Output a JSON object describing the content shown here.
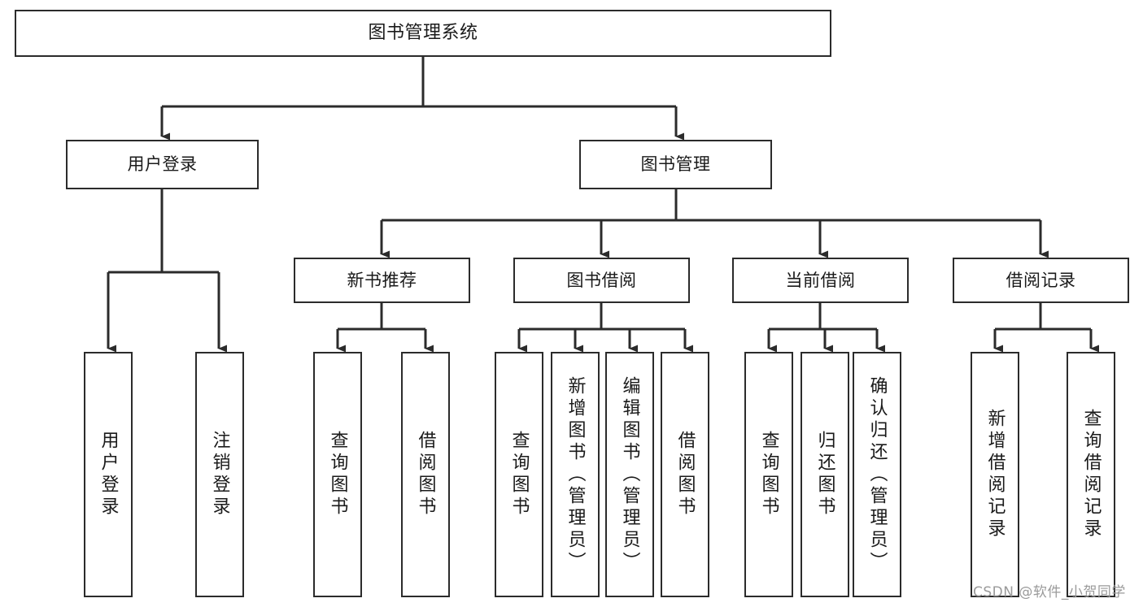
{
  "diagram": {
    "title": "图书管理系统",
    "type": "tree",
    "orientation": "top-down",
    "style": {
      "box_border": "#2b2b2b",
      "box_fill": "#ffffff",
      "edge_color": "#2b2b2b",
      "text_color": "#1a1a1a",
      "background": "#ffffff",
      "watermark_color": "#9a9a9a"
    },
    "root": {
      "id": "root",
      "label": "图书管理系统"
    },
    "level2": [
      {
        "id": "user-login",
        "label": "用户登录"
      },
      {
        "id": "book-manage",
        "label": "图书管理"
      }
    ],
    "level3": [
      {
        "id": "new-book-recommend",
        "label": "新书推荐",
        "parent": "book-manage"
      },
      {
        "id": "book-borrow",
        "label": "图书借阅",
        "parent": "book-manage"
      },
      {
        "id": "current-borrow",
        "label": "当前借阅",
        "parent": "book-manage"
      },
      {
        "id": "borrow-record",
        "label": "借阅记录",
        "parent": "book-manage"
      }
    ],
    "leaves": {
      "user-login": [
        {
          "id": "leaf-user-login",
          "label": "用户登录"
        },
        {
          "id": "leaf-user-logout",
          "label": "注销登录"
        }
      ],
      "new-book-recommend": [
        {
          "id": "leaf-query-book-1",
          "label": "查询图书"
        },
        {
          "id": "leaf-borrow-book-1",
          "label": "借阅图书"
        }
      ],
      "book-borrow": [
        {
          "id": "leaf-query-book-2",
          "label": "查询图书"
        },
        {
          "id": "leaf-add-book",
          "label": "新增图书（管理员）"
        },
        {
          "id": "leaf-edit-book",
          "label": "编辑图书（管理员）"
        },
        {
          "id": "leaf-borrow-book-2",
          "label": "借阅图书"
        }
      ],
      "current-borrow": [
        {
          "id": "leaf-query-book-3",
          "label": "查询图书"
        },
        {
          "id": "leaf-return-book",
          "label": "归还图书"
        },
        {
          "id": "leaf-confirm-return",
          "label": "确认归还（管理员）"
        }
      ],
      "borrow-record": [
        {
          "id": "leaf-add-record",
          "label": "新增借阅记录"
        },
        {
          "id": "leaf-query-record",
          "label": "查询借阅记录"
        }
      ]
    },
    "watermark": "CSDN @软件_小贺同学"
  }
}
